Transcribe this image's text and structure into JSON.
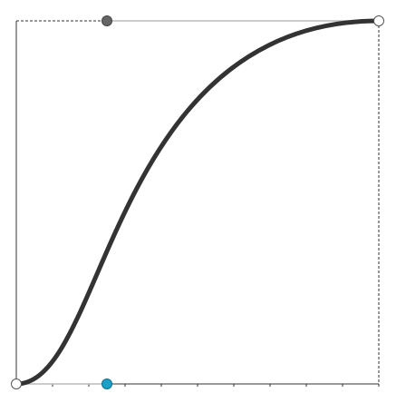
{
  "editor": {
    "type": "cubic-bezier-easing",
    "control_points": {
      "p1": [
        0.25,
        0.0
      ],
      "p2": [
        0.25,
        1.0
      ]
    },
    "colors": {
      "curve": "#333333",
      "handle_line": "#bbbbbb",
      "handle_p1": "#1ba1c7",
      "handle_p2": "#666666",
      "endpoint_fill": "#ffffff",
      "endpoint_stroke": "#555555",
      "frame": "#333333",
      "background": "#ffffff"
    },
    "tick_count": 10,
    "icons": {
      "p1": "circle-handle-icon",
      "p2": "circle-handle-icon",
      "endpoint": "circle-endpoint-icon"
    }
  }
}
